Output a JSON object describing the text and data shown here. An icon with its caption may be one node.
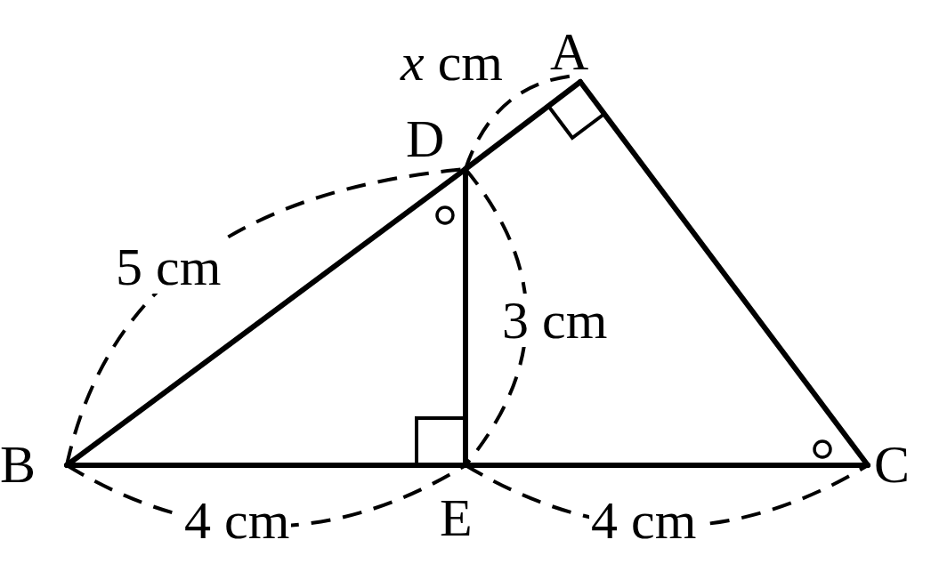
{
  "diagram": {
    "nodes": [
      {
        "text": [
          "A"
        ]
      },
      {
        "text": [
          "B"
        ]
      },
      {
        "text": [
          "C"
        ]
      },
      {
        "text": [
          "D"
        ]
      },
      {
        "text": [
          "E"
        ]
      }
    ],
    "edges": [
      {
        "from": 1,
        "to": 3,
        "arrow": "none"
      },
      {
        "from": 3,
        "to": 0,
        "arrow": "none"
      },
      {
        "from": 0,
        "to": 2,
        "arrow": "none"
      },
      {
        "from": 1,
        "to": 4,
        "arrow": "none"
      },
      {
        "from": 4,
        "to": 2,
        "arrow": "none"
      },
      {
        "from": 3,
        "to": 4,
        "arrow": "none"
      }
    ],
    "labels": [
      "*x* cm",
      "5 cm",
      "3 cm",
      "4 cm",
      "4 cm"
    ]
  }
}
